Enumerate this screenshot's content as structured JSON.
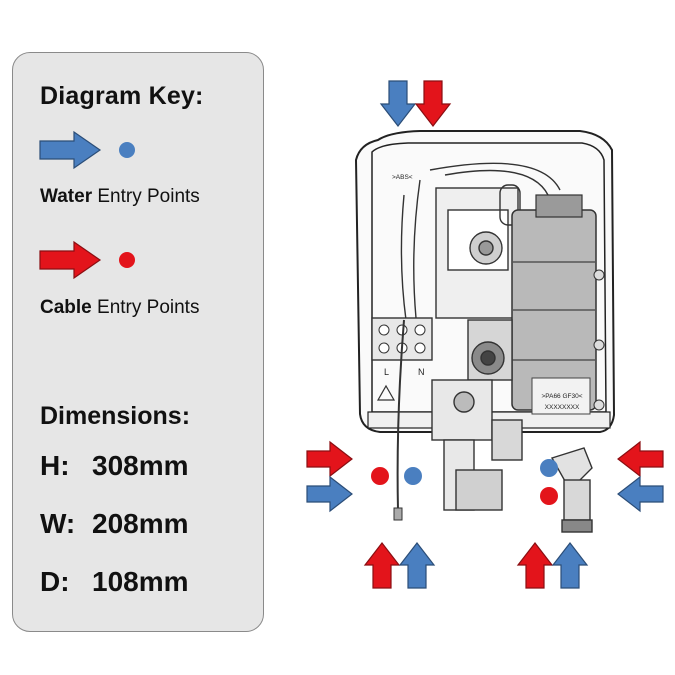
{
  "key": {
    "title": "Diagram Key:",
    "water": {
      "bold": "Water",
      "rest": " Entry Points",
      "color": "#4a7fc0"
    },
    "cable": {
      "bold": "Cable",
      "rest": " Entry Points",
      "color": "#e3141b"
    }
  },
  "dimensions": {
    "title": "Dimensions:",
    "rows": [
      {
        "label": "H:",
        "value": "308mm"
      },
      {
        "label": "W:",
        "value": "208mm"
      },
      {
        "label": "D:",
        "value": "108mm"
      }
    ]
  },
  "unit_labels": {
    "plate_top": ">ABS<",
    "plate_bottom": ">PA66 GF30<",
    "serial": "XXXXXXXX",
    "terminal_l": "L",
    "terminal_n": "N"
  }
}
